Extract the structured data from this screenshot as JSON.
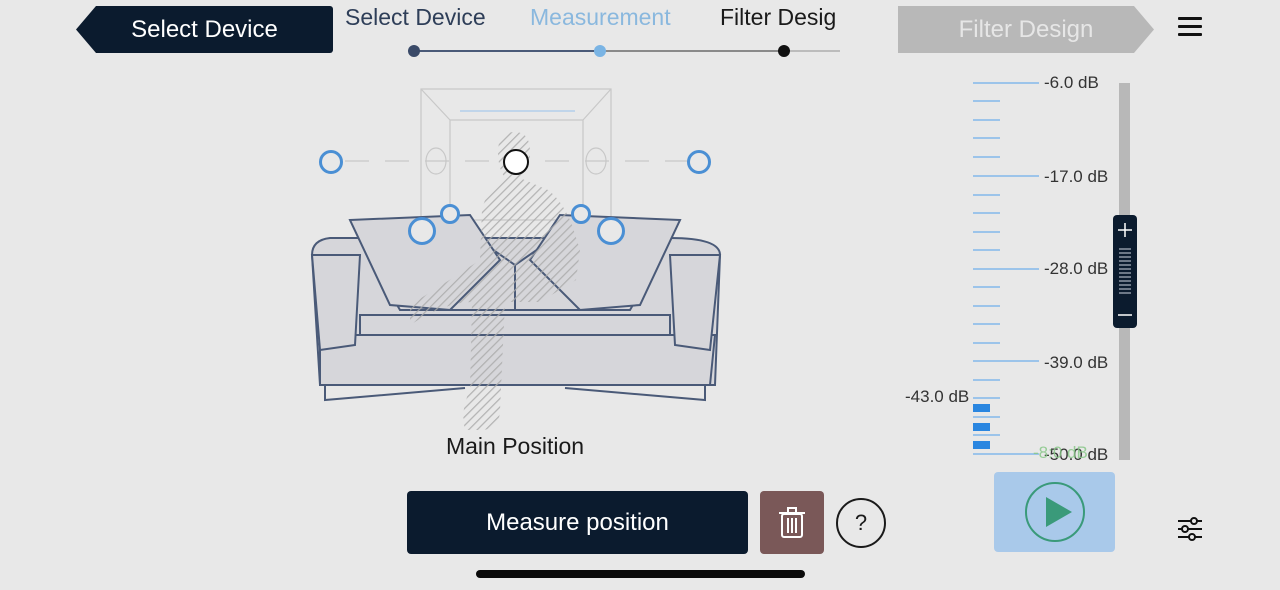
{
  "nav": {
    "back_label": "Select Device",
    "next_label": "Filter Design"
  },
  "stepper": {
    "steps": [
      {
        "label": "Select Device",
        "color": "#2e3e58"
      },
      {
        "label": "Measurement",
        "color": "#8ab8de"
      },
      {
        "label": "Filter Desig",
        "color": "#1a1a1a"
      }
    ]
  },
  "scene": {
    "position_label": "Main Position"
  },
  "meter": {
    "scale_labels": [
      "-6.0 dB",
      "-17.0 dB",
      "-28.0 dB",
      "-39.0 dB",
      "-50.0 dB"
    ],
    "current_level": "-43.0 dB",
    "overlay_value": "-8:0 dB",
    "level_color": "#2a86e0"
  },
  "actions": {
    "measure_label": "Measure position",
    "help_label": "?"
  },
  "icons": {
    "menu": "hamburger-menu-icon",
    "trash": "trash-icon",
    "play": "play-icon",
    "settings": "sliders-icon"
  },
  "colors": {
    "primary_dark": "#0b1b2e",
    "accent_blue": "#4a8fd4",
    "delete_brown": "#7a5858",
    "play_bg": "#a9c9ea"
  }
}
